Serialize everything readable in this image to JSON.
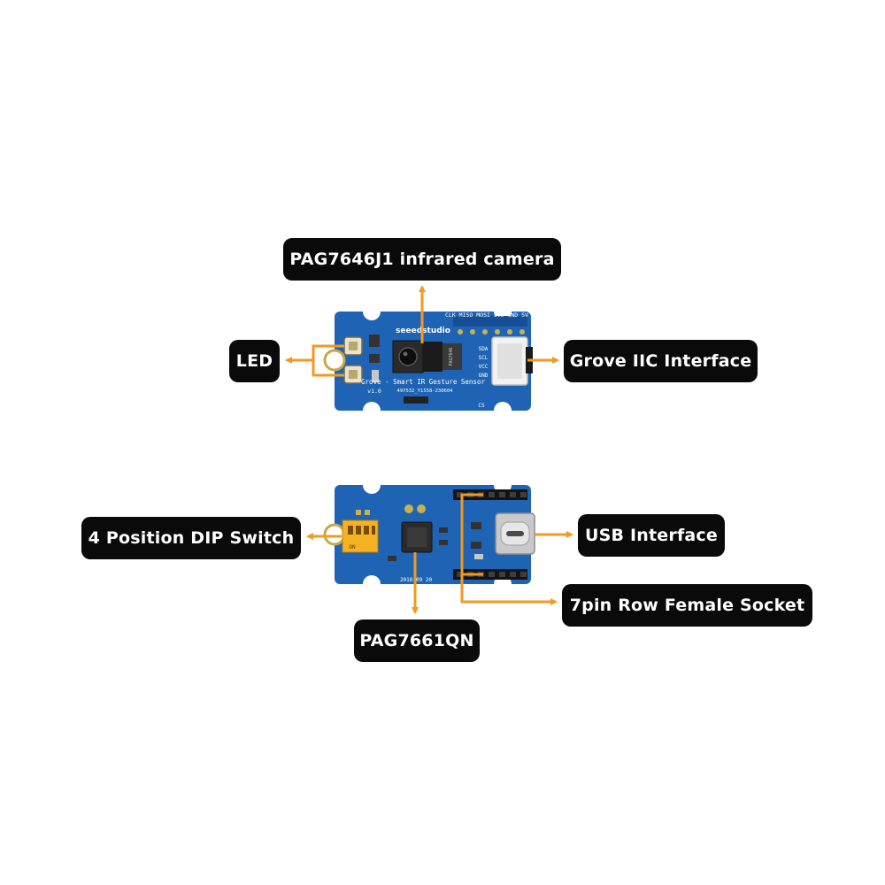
{
  "labels": {
    "camera": "PAG7646J1 infrared camera",
    "led": "LED",
    "grove": "Grove IIC Interface",
    "dip": "4 Position DIP Switch",
    "usb": "USB Interface",
    "socket": "7pin Row Female Socket",
    "chip": "PAG7661QN"
  },
  "board_top": {
    "brand": "seeedstudio",
    "product_text": "Grove - Smart IR Gesture Sensor",
    "version": "v1.0",
    "serial": "497532_Y1558-230604",
    "header_pins": "CLK MISO MOSI 3V3 GND 5V",
    "grove_pins": [
      "SDA",
      "SCL",
      "VCC",
      "GND"
    ],
    "camera_marking": "PAG7646",
    "cs_label": "CS"
  },
  "board_bottom": {
    "dip_label": "ON",
    "date_code": "2018 09 20"
  },
  "colors": {
    "pcb": "#1f63b5",
    "pcb_dark": "#174f96",
    "arrow": "#f39a1e",
    "callout_bg": "#0a0a0a",
    "callout_text": "#ffffff",
    "grove_connector": "#f2f2f2",
    "dip_switch": "#f5b222"
  }
}
